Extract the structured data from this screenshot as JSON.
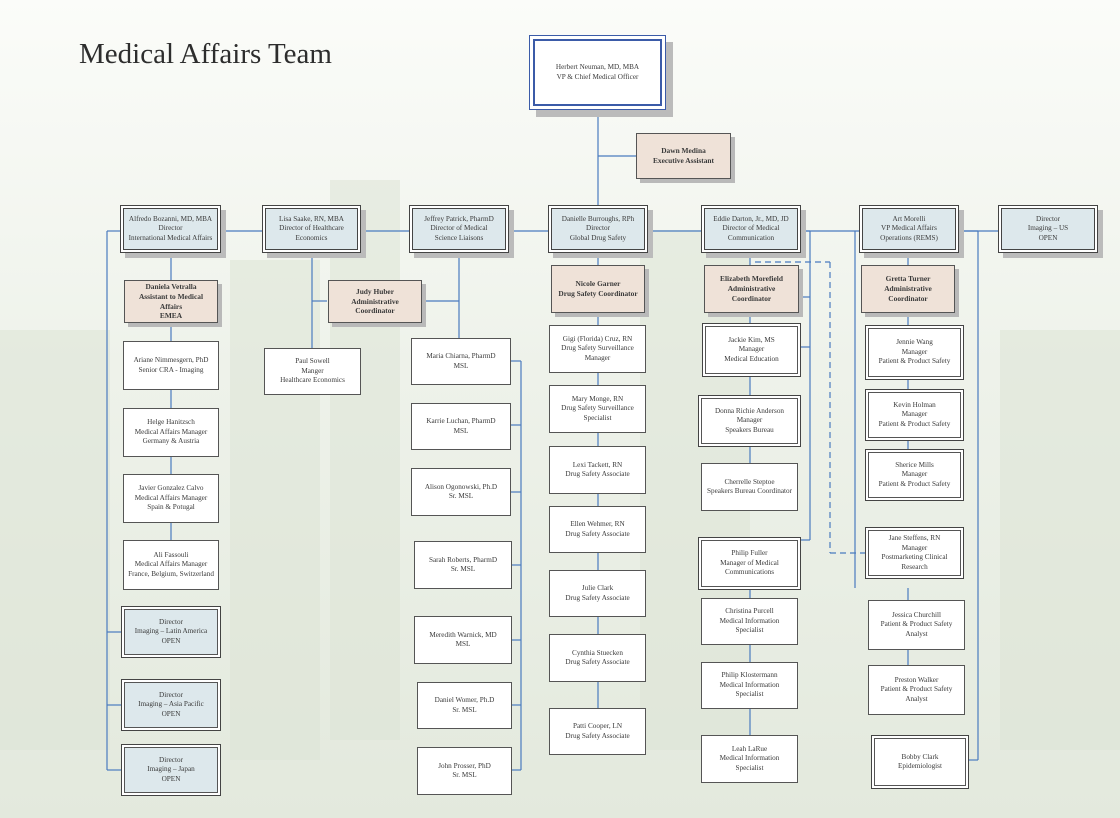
{
  "title": "Medical Affairs Team",
  "colors": {
    "line": "#4a7bbf",
    "director_fill": "#dde8ec",
    "assistant_fill": "#efe2d8"
  },
  "boxes": {
    "ceo": [
      "Herbert Neuman, MD, MBA",
      "VP & Chief Medical Officer"
    ],
    "exec_asst": [
      "Dawn Medina",
      "Executive Assistant"
    ],
    "alfredo": [
      "Alfredo Bozanni, MD, MBA",
      "Director",
      "International Medical Affairs"
    ],
    "lisa": [
      "Lisa Saake, RN, MBA",
      "Director of Healthcare",
      "Economics"
    ],
    "jeffrey": [
      "Jeffrey Patrick, PharmD",
      "Director of Medical",
      "Science Liaisons"
    ],
    "danielle": [
      "Danielle Burroughs, RPh",
      "Director",
      "Global Drug Safety"
    ],
    "eddie": [
      "Eddie Darton, Jr., MD, JD",
      "Director of Medical",
      "Communication"
    ],
    "art": [
      "Art Morelli",
      "VP Medical Affairs",
      "Operations (REMS)"
    ],
    "imaging_us": [
      "Director",
      "Imaging – US",
      "OPEN"
    ],
    "daniela": [
      "Daniela Vetralla",
      "Assistant to Medical Affairs",
      "EMEA"
    ],
    "judy": [
      "Judy Huber",
      "Administrative Coordinator"
    ],
    "nicole": [
      "Nicole Garner",
      "Drug Safety Coordinator"
    ],
    "elizabeth": [
      "Elizabeth Morefield",
      "Administrative Coordinator"
    ],
    "gretta": [
      "Gretta Turner",
      "Administrative Coordinator"
    ],
    "ariane": [
      "Ariane Nimmesgern, PhD",
      "Senior CRA - Imaging"
    ],
    "helge": [
      "Helge Hanitzsch",
      "Medical Affairs Manager",
      "Germany & Austria"
    ],
    "javier": [
      "Javier Gonzalez Calvo",
      "Medical Affairs Manager",
      "Spain & Potugal"
    ],
    "ali": [
      "Ali Fassouli",
      "Medical Affairs Manager",
      "France, Belgium, Switzerland"
    ],
    "imaging_latam": [
      "Director",
      "Imaging – Latin America",
      "OPEN"
    ],
    "imaging_apac": [
      "Director",
      "Imaging – Asia Pacific",
      "OPEN"
    ],
    "imaging_japan": [
      "Director",
      "Imaging – Japan",
      "OPEN"
    ],
    "paul": [
      "Paul Sowell",
      "Manger",
      "Healthcare Economics"
    ],
    "maria": [
      "Maria Chiarna, PharmD",
      "MSL"
    ],
    "karrie": [
      "Karrie Luchan, PharmD",
      "MSL"
    ],
    "alison": [
      "Alison Ogonowski, Ph.D",
      "Sr. MSL"
    ],
    "sarah": [
      "Sarah Roberts, PharmD",
      "Sr. MSL"
    ],
    "meredith": [
      "Meredith Warnick, MD",
      "MSL"
    ],
    "daniel": [
      "Daniel Womer, Ph.D",
      "Sr. MSL"
    ],
    "john": [
      "John Prosser, PhD",
      "Sr. MSL"
    ],
    "gigi": [
      "Gigi (Florida) Cruz, RN",
      "Drug Safety Surveillance",
      "Manager"
    ],
    "mary": [
      "Mary Monge, RN",
      "Drug Safety Surveillance",
      "Specialist"
    ],
    "lexi": [
      "Lexi Tackett, RN",
      "Drug Safety Associate"
    ],
    "ellen": [
      "Ellen Wehmer, RN",
      "Drug Safety Associate"
    ],
    "julie": [
      "Julie Clark",
      "Drug Safety Associate"
    ],
    "cynthia": [
      "Cynthia Stuecken",
      "Drug Safety Associate"
    ],
    "patti": [
      "Patti Cooper, LN",
      "Drug Safety Associate"
    ],
    "jackie": [
      "Jackie Kim, MS",
      "Manager",
      "Medical Education"
    ],
    "donna": [
      "Donna Richie Anderson",
      "Manager",
      "Speakers Bureau"
    ],
    "cherrelle": [
      "Cherrelle Steptoe",
      "Speakers Bureau Coordinator"
    ],
    "philip_f": [
      "Philip Fuller",
      "Manager of Medical",
      "Communications"
    ],
    "christina": [
      "Christina Purcell",
      "Medical Information",
      "Specialist"
    ],
    "philip_k": [
      "Philip Klostermann",
      "Medical Information",
      "Specialist"
    ],
    "leah": [
      "Leah LaRue",
      "Medical Information",
      "Specialist"
    ],
    "jennie": [
      "Jennie Wang",
      "Manager",
      "Patient & Product Safety"
    ],
    "kevin": [
      "Kevin Holman",
      "Manager",
      "Patient & Product Safety"
    ],
    "sherice": [
      "Sherice Mills",
      "Manager",
      "Patient & Product Safety"
    ],
    "jane": [
      "Jane Steffens, RN",
      "Manager",
      "Postmarketing Clinical",
      "Research"
    ],
    "jessica": [
      "Jessica Churchill",
      "Patient & Product Safety",
      "Analyst"
    ],
    "preston": [
      "Preston Walker",
      "Patient & Product Safety",
      "Analyst"
    ],
    "bobby": [
      "Bobby Clark",
      "Epidemiologist"
    ]
  }
}
